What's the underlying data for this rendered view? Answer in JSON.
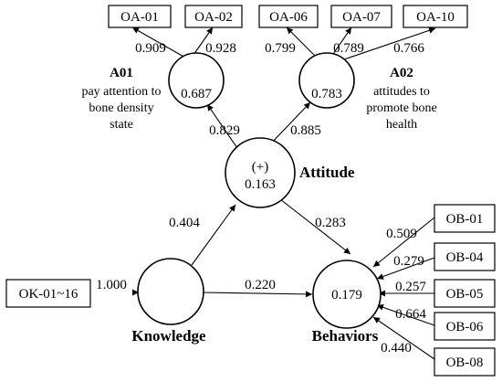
{
  "colors": {
    "stroke": "#000000",
    "background": "#ffffff"
  },
  "boxes": {
    "oa01": "OA-01",
    "oa02": "OA-02",
    "oa06": "OA-06",
    "oa07": "OA-07",
    "oa10": "OA-10",
    "ok": "OK-01~16",
    "ob01": "OB-01",
    "ob04": "OB-04",
    "ob05": "OB-05",
    "ob06": "OB-06",
    "ob08": "OB-08"
  },
  "nodes": {
    "a01": {
      "value": "0.687",
      "code": "A01",
      "desc": [
        "pay attention to",
        "bone density",
        "state"
      ]
    },
    "a02": {
      "value": "0.783",
      "code": "A02",
      "desc": [
        "attitudes to",
        "promote bone",
        "health"
      ]
    },
    "attitude": {
      "sign": "(+)",
      "value": "0.163",
      "label": "Attitude"
    },
    "knowledge": {
      "label": "Knowledge"
    },
    "behaviors": {
      "value": "0.179",
      "label": "Behaviors"
    }
  },
  "coefficients": {
    "oa01": "0.909",
    "oa02": "0.928",
    "oa06": "0.799",
    "oa07": "0.789",
    "oa10": "0.766",
    "att_a01": "0.829",
    "att_a02": "0.885",
    "kno_att": "0.404",
    "att_beh": "0.283",
    "ok_kno": "1.000",
    "kno_beh": "0.220",
    "ob01": "0.509",
    "ob04": "0.279",
    "ob05": "0.257",
    "ob06": "0.664",
    "ob08": "0.440"
  }
}
